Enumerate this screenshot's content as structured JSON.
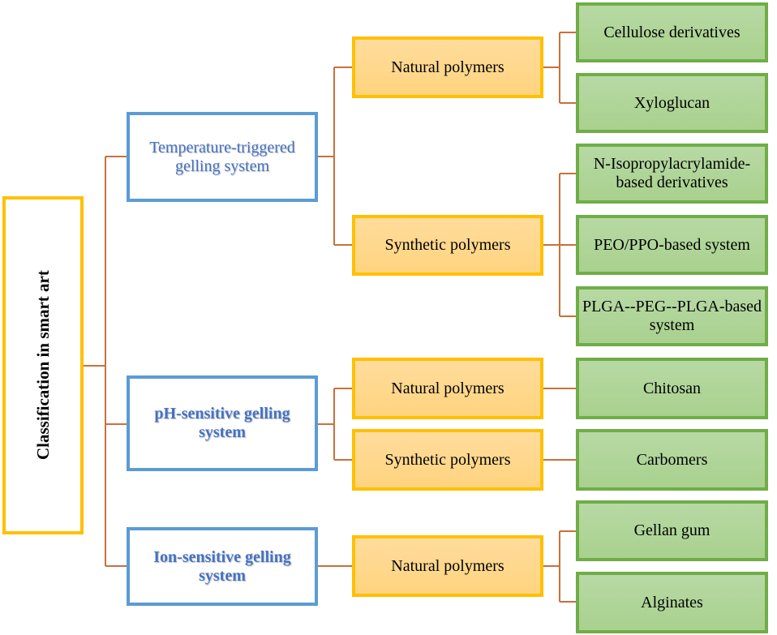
{
  "colors": {
    "root_border": "#ffc000",
    "level1_border": "#5b9bd5",
    "level1_text": "#4472c4",
    "level2_border": "#ffc000",
    "level2_fill": "#ffd88a",
    "level3_border": "#70ad47",
    "level3_fill": "#a9d18e",
    "connector": "#c55a11"
  },
  "root": {
    "label": "Classification in smart art"
  },
  "systems": [
    {
      "label": "Temperature-triggered gelling  system",
      "groups": [
        {
          "label": "Natural polymers",
          "items": [
            "Cellulose derivatives",
            "Xyloglucan"
          ]
        },
        {
          "label": "Synthetic polymers",
          "items": [
            "N-Isopropylacrylamide-based derivatives",
            "PEO/PPO-based system",
            "PLGA--PEG--PLGA-based system"
          ]
        }
      ]
    },
    {
      "label": "pH-sensitive gelling system",
      "groups": [
        {
          "label": "Natural polymers",
          "items": [
            "Chitosan"
          ]
        },
        {
          "label": "Synthetic polymers",
          "items": [
            "Carbomers"
          ]
        }
      ]
    },
    {
      "label": "Ion-sensitive gelling system",
      "groups": [
        {
          "label": "Natural polymers",
          "items": [
            "Gellan gum",
            "Alginates"
          ]
        }
      ]
    }
  ]
}
